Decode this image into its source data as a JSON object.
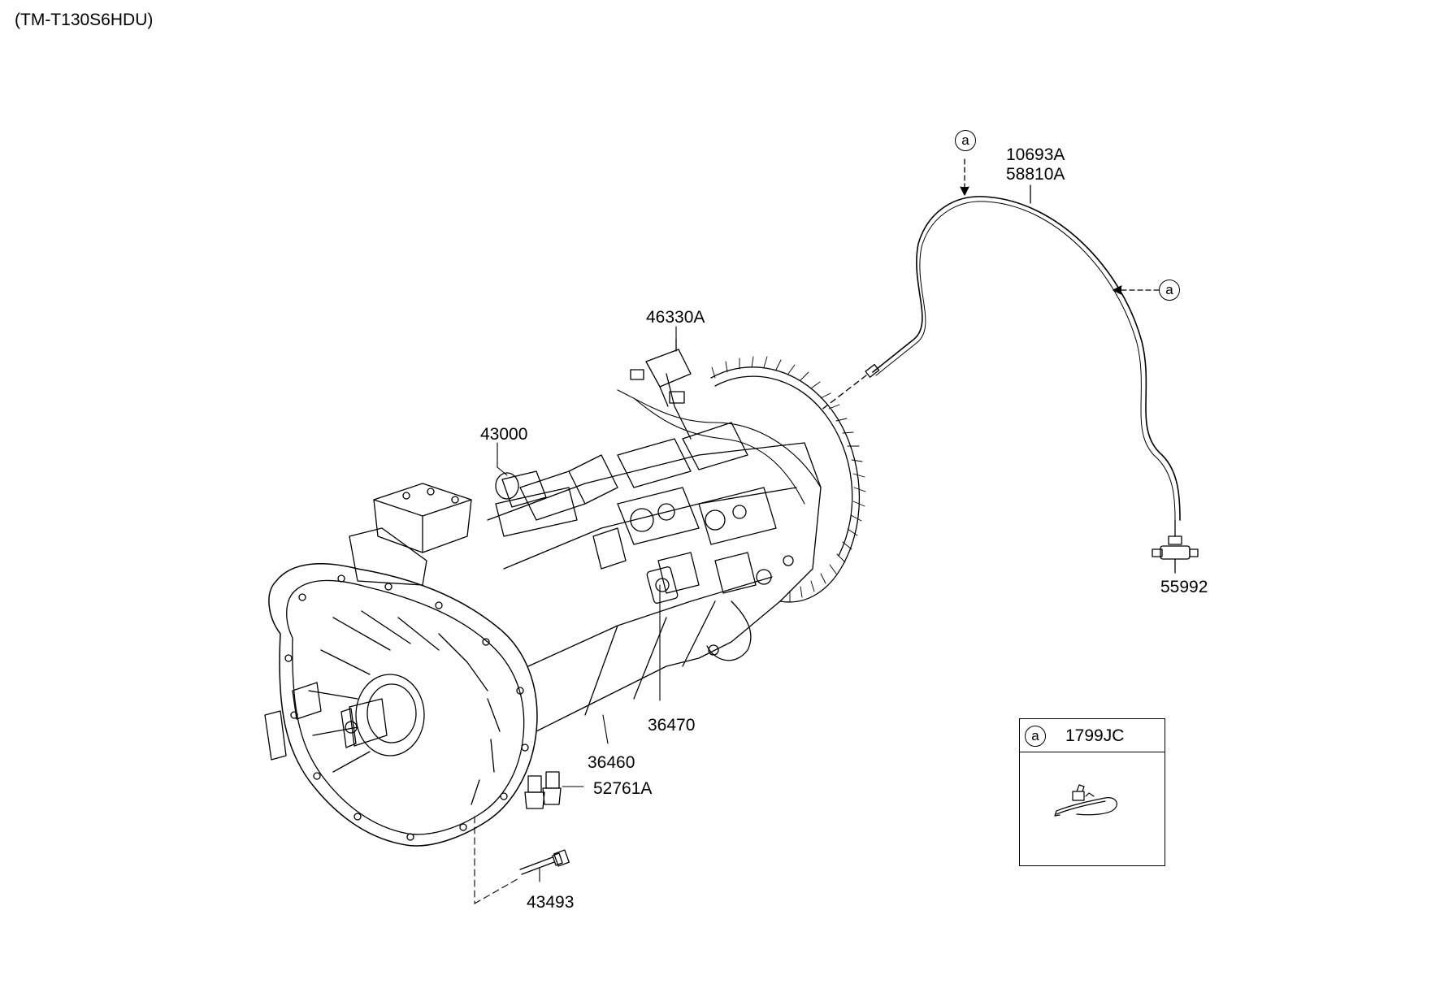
{
  "header": {
    "model_code": "(TM-T130S6HDU)"
  },
  "callout_letter": "a",
  "parts": {
    "p10693A": "10693A",
    "p58810A": "58810A",
    "p46330A": "46330A",
    "p43000": "43000",
    "p55992": "55992",
    "p36470": "36470",
    "p36460": "36460",
    "p52761A": "52761A",
    "p43493": "43493"
  },
  "legend": {
    "letter": "a",
    "part_code": "1799JC"
  }
}
